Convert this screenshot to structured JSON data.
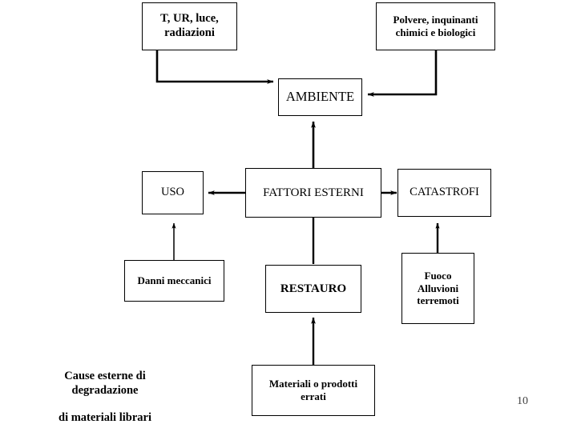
{
  "slide": {
    "page_number": "10",
    "background_color": "#ffffff",
    "line_color": "#000000",
    "text_color": "#000000",
    "page_number_color": "#3f3f3f"
  },
  "title_text": {
    "line1": "Cause esterne di",
    "line2": "degradazione",
    "line3": "di materiali librari"
  },
  "nodes": [
    {
      "id": "t-ur-luce",
      "line1": "T, UR, luce,",
      "line2": "radiazioni",
      "line3": ""
    },
    {
      "id": "polvere",
      "line1": "Polvere, inquinanti",
      "line2": "chimici e biologici",
      "line3": ""
    },
    {
      "id": "ambiente",
      "line1": "AMBIENTE",
      "line2": "",
      "line3": ""
    },
    {
      "id": "uso",
      "line1": "USO",
      "line2": "",
      "line3": ""
    },
    {
      "id": "fattori-esterni",
      "line1": "FATTORI ESTERNI",
      "line2": "",
      "line3": ""
    },
    {
      "id": "catastrofi",
      "line1": "CATASTROFI",
      "line2": "",
      "line3": ""
    },
    {
      "id": "danni-meccanici",
      "line1": "Danni meccanici",
      "line2": "",
      "line3": ""
    },
    {
      "id": "restauro",
      "line1": "RESTAURO",
      "line2": "",
      "line3": ""
    },
    {
      "id": "fuoco",
      "line1": "Fuoco",
      "line2": "Alluvioni",
      "line3": "terremoti"
    },
    {
      "id": "materiali",
      "line1": "Materiali o prodotti",
      "line2": "errati",
      "line3": ""
    }
  ],
  "edges": [
    {
      "from": "t-ur-luce",
      "to": "ambiente",
      "style": "elbow-down-right",
      "arrow": "to"
    },
    {
      "from": "polvere",
      "to": "ambiente",
      "style": "elbow-down-left",
      "arrow": "to"
    },
    {
      "from": "fattori-esterni",
      "to": "ambiente",
      "style": "vertical-up",
      "arrow": "to"
    },
    {
      "from": "fattori-esterni",
      "to": "uso",
      "style": "horizontal-left",
      "arrow": "to"
    },
    {
      "from": "fattori-esterni",
      "to": "catastrofi",
      "style": "horizontal-right",
      "arrow": "to"
    },
    {
      "from": "danni-meccanici",
      "to": "uso",
      "style": "vertical-up",
      "arrow": "to"
    },
    {
      "from": "fuoco",
      "to": "catastrofi",
      "style": "vertical-up",
      "arrow": "to"
    },
    {
      "from": "materiali",
      "to": "restauro",
      "style": "vertical-up",
      "arrow": "to"
    },
    {
      "from": "fattori-esterni",
      "to": "restauro",
      "style": "vertical-down",
      "arrow": "none"
    }
  ]
}
